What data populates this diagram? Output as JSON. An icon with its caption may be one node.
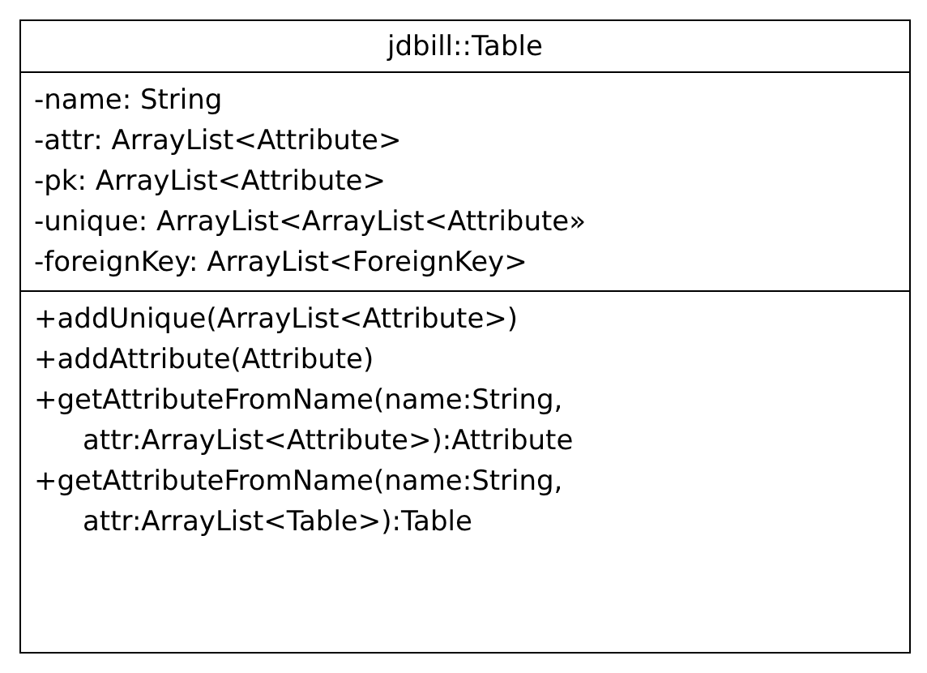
{
  "diagram": {
    "nodes": [
      {
        "text": [
          "jdbill::Table"
        ]
      },
      {
        "text": [
          "-name: String",
          "-attr: ArrayList<Attribute>",
          "-pk: ArrayList<Attribute>",
          "-unique: ArrayList<ArrayList<Attribute»",
          "-foreignKey: ArrayList<ForeignKey>"
        ],
        "in": 0
      },
      {
        "text": [
          "+addUnique(ArrayList<Attribute>)",
          "+addAttribute(Attribute)",
          "+getAttributeFromName(name:String, attr:ArrayList<Attribute>):Attribute",
          "+getAttributeFromName(name:String, attr:ArrayList<Table>):Table"
        ],
        "in": 0
      }
    ]
  }
}
